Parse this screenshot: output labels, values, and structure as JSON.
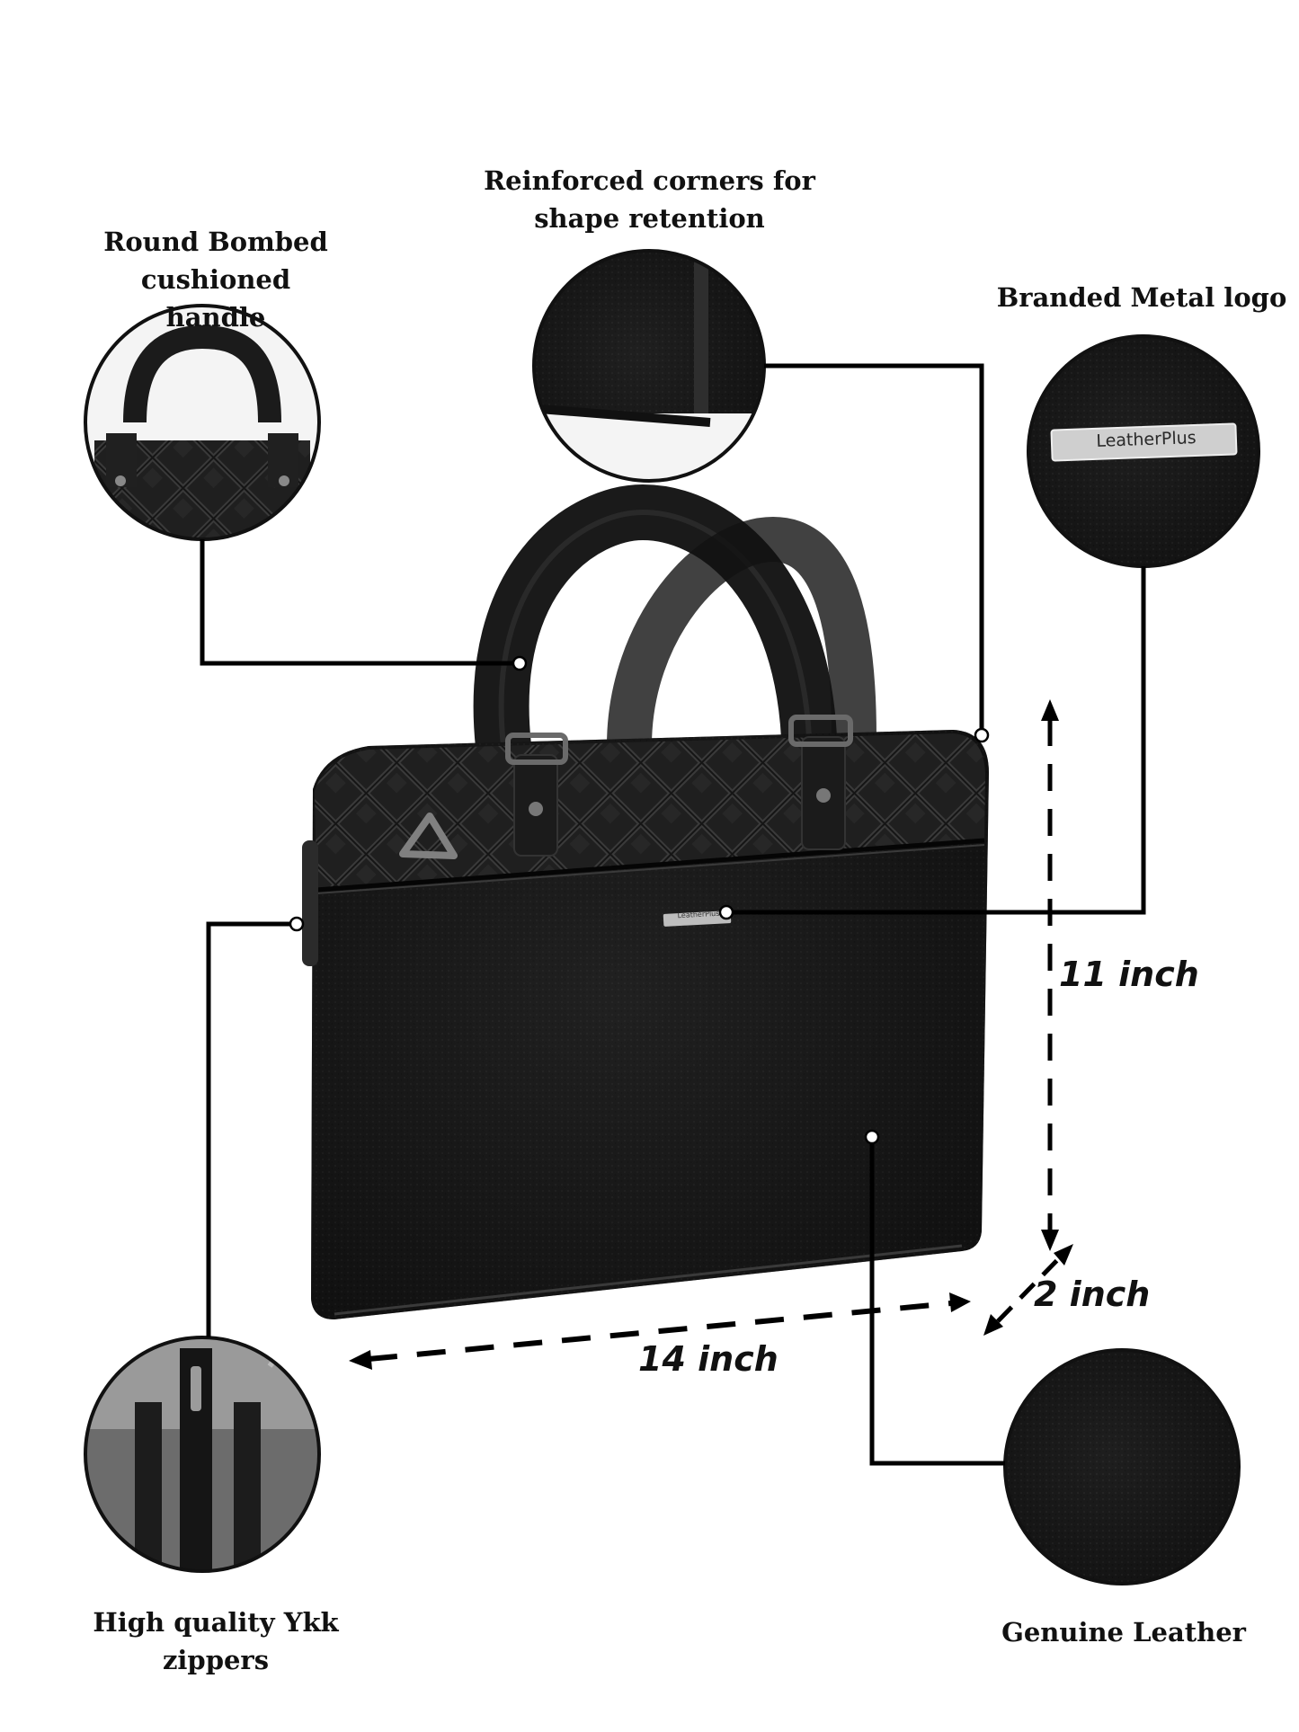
{
  "features": {
    "handle": "Round Bombed cushioned\nhandle",
    "corners": "Reinforced corners for\nshape retention",
    "logo": "Branded Metal logo",
    "zippers": "High quality Ykk zippers",
    "leather": "Genuine Leather"
  },
  "dimensions": {
    "height": "11 inch",
    "width": "14 inch",
    "depth": "2 inch"
  },
  "brand": {
    "plate_text": "LeatherPlus",
    "plate_small": "LeatherPlus"
  },
  "colors": {
    "leather": "#141414",
    "accent": "#000000",
    "plate": "#c8c8c8"
  }
}
